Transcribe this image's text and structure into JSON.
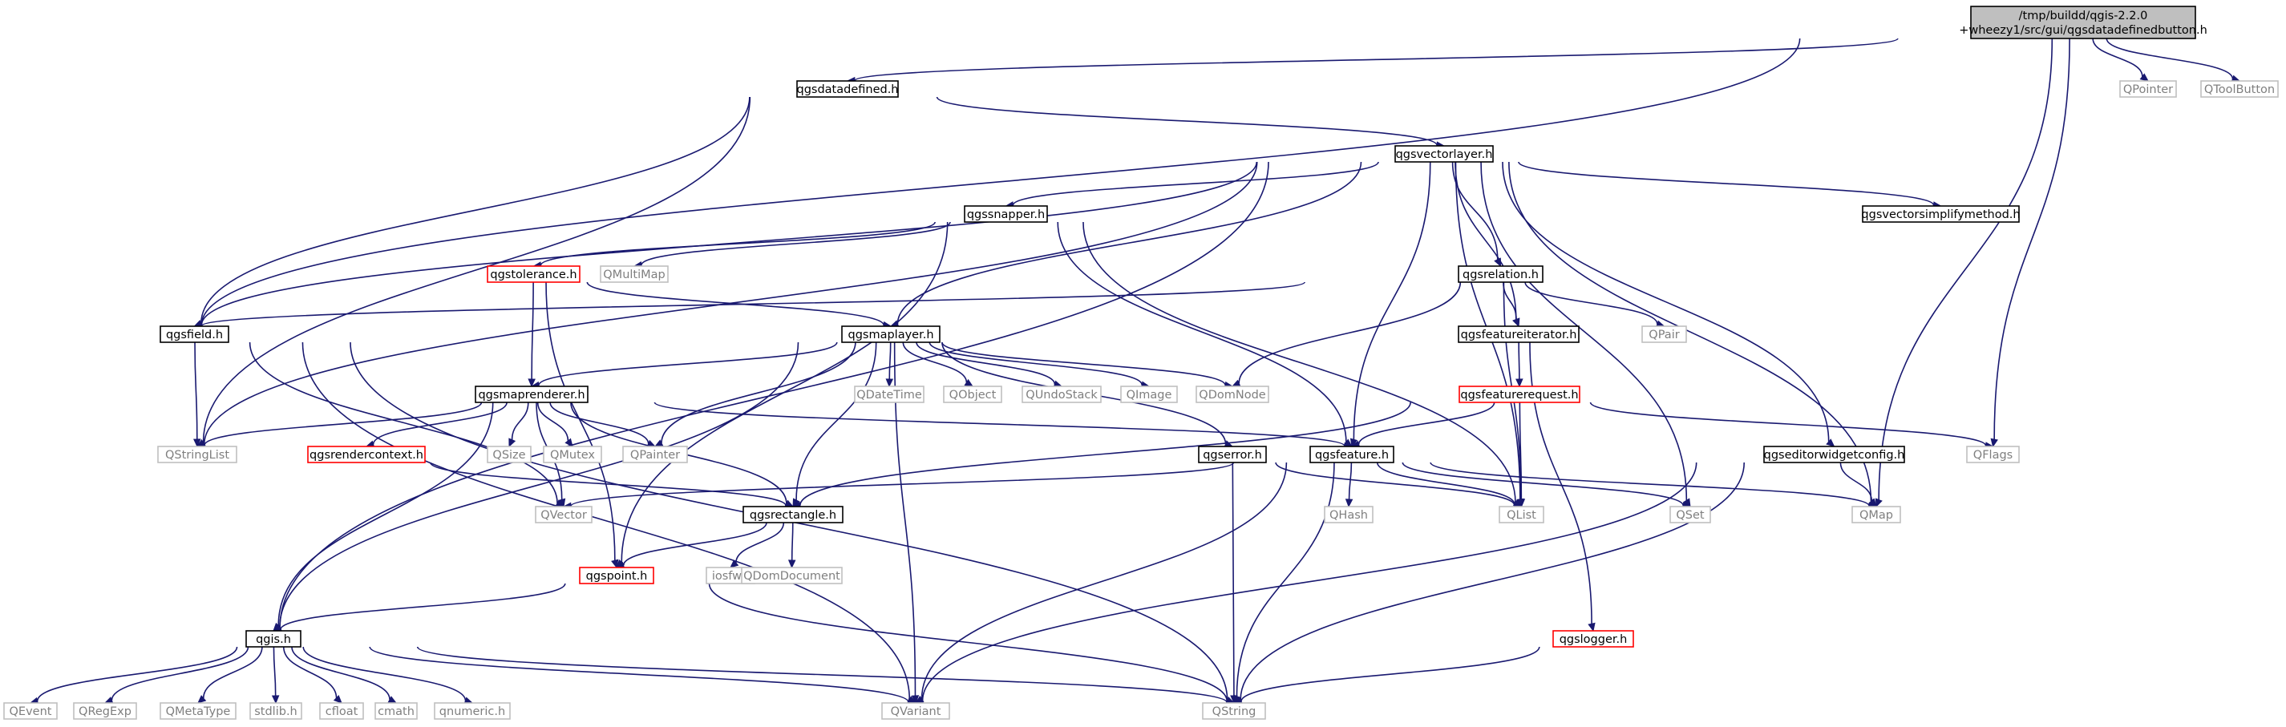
{
  "colors": {
    "edge": "#191970",
    "node_border": "#000000",
    "external_border": "#bfbfbf",
    "warning_border": "#ff0000",
    "root_fill": "#bfbfbf",
    "node_fill": "#ffffff",
    "text": "#000000",
    "external_text": "#7f7f7f"
  },
  "nodes": [
    {
      "id": "root",
      "lines": [
        "/tmp/buildd/qgis-2.2.0",
        "+wheezy1/src/gui/qgsdatadefinedbutton.h"
      ],
      "kind": "root"
    },
    {
      "id": "qgsdatadefined",
      "lines": [
        "qgsdatadefined.h"
      ],
      "kind": "normal"
    },
    {
      "id": "qpointer",
      "lines": [
        "QPointer"
      ],
      "kind": "external"
    },
    {
      "id": "qtoolbutton",
      "lines": [
        "QToolButton"
      ],
      "kind": "external"
    },
    {
      "id": "qgsvectorlayer",
      "lines": [
        "qgsvectorlayer.h"
      ],
      "kind": "normal"
    },
    {
      "id": "qgssnapper",
      "lines": [
        "qgssnapper.h"
      ],
      "kind": "normal"
    },
    {
      "id": "qgsvectorsimplifymethod",
      "lines": [
        "qgsvectorsimplifymethod.h"
      ],
      "kind": "normal"
    },
    {
      "id": "qgstolerance",
      "lines": [
        "qgstolerance.h"
      ],
      "kind": "warning"
    },
    {
      "id": "qmultimap",
      "lines": [
        "QMultiMap"
      ],
      "kind": "external"
    },
    {
      "id": "qgsrelation",
      "lines": [
        "qgsrelation.h"
      ],
      "kind": "normal"
    },
    {
      "id": "qgsfield",
      "lines": [
        "qgsfield.h"
      ],
      "kind": "normal"
    },
    {
      "id": "qgsmaplayer",
      "lines": [
        "qgsmaplayer.h"
      ],
      "kind": "normal"
    },
    {
      "id": "qpair",
      "lines": [
        "QPair"
      ],
      "kind": "external"
    },
    {
      "id": "qgsfeatureiterator",
      "lines": [
        "qgsfeatureiterator.h"
      ],
      "kind": "normal"
    },
    {
      "id": "qgsmaprenderer",
      "lines": [
        "qgsmaprenderer.h"
      ],
      "kind": "normal"
    },
    {
      "id": "qdatetime",
      "lines": [
        "QDateTime"
      ],
      "kind": "external"
    },
    {
      "id": "qobject",
      "lines": [
        "QObject"
      ],
      "kind": "external"
    },
    {
      "id": "qundostack",
      "lines": [
        "QUndoStack"
      ],
      "kind": "external"
    },
    {
      "id": "qimage",
      "lines": [
        "QImage"
      ],
      "kind": "external"
    },
    {
      "id": "qdomnode",
      "lines": [
        "QDomNode"
      ],
      "kind": "external"
    },
    {
      "id": "qgsfeaturerequest",
      "lines": [
        "qgsfeaturerequest.h"
      ],
      "kind": "warning"
    },
    {
      "id": "qstringlist",
      "lines": [
        "QStringList"
      ],
      "kind": "external"
    },
    {
      "id": "qgsrendercontext",
      "lines": [
        "qgsrendercontext.h"
      ],
      "kind": "warning"
    },
    {
      "id": "qsize",
      "lines": [
        "QSize"
      ],
      "kind": "external"
    },
    {
      "id": "qmutex",
      "lines": [
        "QMutex"
      ],
      "kind": "external"
    },
    {
      "id": "qpainter",
      "lines": [
        "QPainter"
      ],
      "kind": "external"
    },
    {
      "id": "qgserror",
      "lines": [
        "qgserror.h"
      ],
      "kind": "normal"
    },
    {
      "id": "qgsfeature",
      "lines": [
        "qgsfeature.h"
      ],
      "kind": "normal"
    },
    {
      "id": "qflags",
      "lines": [
        "QFlags"
      ],
      "kind": "external"
    },
    {
      "id": "qgseditorwidgetconfig",
      "lines": [
        "qgseditorwidgetconfig.h"
      ],
      "kind": "normal"
    },
    {
      "id": "qvector",
      "lines": [
        "QVector"
      ],
      "kind": "external"
    },
    {
      "id": "qgsrectangle",
      "lines": [
        "qgsrectangle.h"
      ],
      "kind": "normal"
    },
    {
      "id": "qhash",
      "lines": [
        "QHash"
      ],
      "kind": "external"
    },
    {
      "id": "qlist",
      "lines": [
        "QList"
      ],
      "kind": "external"
    },
    {
      "id": "qset",
      "lines": [
        "QSet"
      ],
      "kind": "external"
    },
    {
      "id": "qmap",
      "lines": [
        "QMap"
      ],
      "kind": "external"
    },
    {
      "id": "qgspoint",
      "lines": [
        "qgspoint.h"
      ],
      "kind": "warning"
    },
    {
      "id": "iosfwd",
      "lines": [
        "iosfwd"
      ],
      "kind": "external"
    },
    {
      "id": "qdomdocument",
      "lines": [
        "QDomDocument"
      ],
      "kind": "external"
    },
    {
      "id": "qgis",
      "lines": [
        "qgis.h"
      ],
      "kind": "normal"
    },
    {
      "id": "qgslogger",
      "lines": [
        "qgslogger.h"
      ],
      "kind": "warning"
    },
    {
      "id": "qevent",
      "lines": [
        "QEvent"
      ],
      "kind": "external"
    },
    {
      "id": "qregexp",
      "lines": [
        "QRegExp"
      ],
      "kind": "external"
    },
    {
      "id": "qmetatype",
      "lines": [
        "QMetaType"
      ],
      "kind": "external"
    },
    {
      "id": "stdlib",
      "lines": [
        "stdlib.h"
      ],
      "kind": "external"
    },
    {
      "id": "cfloat",
      "lines": [
        "cfloat"
      ],
      "kind": "external"
    },
    {
      "id": "cmath",
      "lines": [
        "cmath"
      ],
      "kind": "external"
    },
    {
      "id": "qnumeric",
      "lines": [
        "qnumeric.h"
      ],
      "kind": "external"
    },
    {
      "id": "qvariant",
      "lines": [
        "QVariant"
      ],
      "kind": "external"
    },
    {
      "id": "qstring",
      "lines": [
        "QString"
      ],
      "kind": "external"
    }
  ],
  "edges": [
    [
      "root",
      "qgsdatadefined"
    ],
    [
      "root",
      "qpointer"
    ],
    [
      "root",
      "qtoolbutton"
    ],
    [
      "root",
      "qgsfield"
    ],
    [
      "root",
      "qflags"
    ],
    [
      "root",
      "qmap"
    ],
    [
      "qgsdatadefined",
      "qgsvectorlayer"
    ],
    [
      "qgsdatadefined",
      "qgsfield"
    ],
    [
      "qgsdatadefined",
      "qstringlist"
    ],
    [
      "qgsvectorlayer",
      "qgssnapper"
    ],
    [
      "qgsvectorlayer",
      "qgsvectorsimplifymethod"
    ],
    [
      "qgsvectorlayer",
      "qgsrelation"
    ],
    [
      "qgsvectorlayer",
      "qgsfield"
    ],
    [
      "qgsvectorlayer",
      "qgsmaplayer"
    ],
    [
      "qgsvectorlayer",
      "qgsfeatureiterator"
    ],
    [
      "qgsvectorlayer",
      "qgsfeature"
    ],
    [
      "qgsvectorlayer",
      "qgseditorwidgetconfig"
    ],
    [
      "qgsvectorlayer",
      "qstringlist"
    ],
    [
      "qgsvectorlayer",
      "qlist"
    ],
    [
      "qgsvectorlayer",
      "qset"
    ],
    [
      "qgsvectorlayer",
      "qmap"
    ],
    [
      "qgsvectorlayer",
      "qgis"
    ],
    [
      "qgssnapper",
      "qgstolerance"
    ],
    [
      "qgssnapper",
      "qmultimap"
    ],
    [
      "qgssnapper",
      "qgsfeature"
    ],
    [
      "qgssnapper",
      "qgspoint"
    ],
    [
      "qgssnapper",
      "qlist"
    ],
    [
      "qgstolerance",
      "qgsmaplayer"
    ],
    [
      "qgstolerance",
      "qgsmaprenderer"
    ],
    [
      "qgstolerance",
      "qgspoint"
    ],
    [
      "qgsrelation",
      "qgsfield"
    ],
    [
      "qgsrelation",
      "qgsfeatureiterator"
    ],
    [
      "qgsrelation",
      "qpair"
    ],
    [
      "qgsrelation",
      "qdomnode"
    ],
    [
      "qgsrelation",
      "qlist"
    ],
    [
      "qgsfield",
      "qvector"
    ],
    [
      "qgsfield",
      "qvariant"
    ],
    [
      "qgsfield",
      "qstring"
    ],
    [
      "qgsfield",
      "qstringlist"
    ],
    [
      "qgsmaplayer",
      "qgsmaprenderer"
    ],
    [
      "qgsmaplayer",
      "qdatetime"
    ],
    [
      "qgsmaplayer",
      "qobject"
    ],
    [
      "qgsmaplayer",
      "qundostack"
    ],
    [
      "qgsmaplayer",
      "qimage"
    ],
    [
      "qgsmaplayer",
      "qdomnode"
    ],
    [
      "qgsmaplayer",
      "qpainter"
    ],
    [
      "qgsmaplayer",
      "qgserror"
    ],
    [
      "qgsmaplayer",
      "qgsrectangle"
    ],
    [
      "qgsmaplayer",
      "qvariant"
    ],
    [
      "qgsmaplayer",
      "qgis"
    ],
    [
      "qgsfeatureiterator",
      "qgsfeaturerequest"
    ],
    [
      "qgsfeatureiterator",
      "qgslogger"
    ],
    [
      "qgsfeaturerequest",
      "qgsfeature"
    ],
    [
      "qgsfeaturerequest",
      "qgsrectangle"
    ],
    [
      "qgsfeaturerequest",
      "qflags"
    ],
    [
      "qgsfeaturerequest",
      "qlist"
    ],
    [
      "qgsmaprenderer",
      "qstringlist"
    ],
    [
      "qgsmaprenderer",
      "qgsrendercontext"
    ],
    [
      "qgsmaprenderer",
      "qsize"
    ],
    [
      "qgsmaprenderer",
      "qmutex"
    ],
    [
      "qgsmaprenderer",
      "qpainter"
    ],
    [
      "qgsmaprenderer",
      "qvector"
    ],
    [
      "qgsmaprenderer",
      "qgsrectangle"
    ],
    [
      "qgsmaprenderer",
      "qgsfeature"
    ],
    [
      "qgsmaprenderer",
      "qgis"
    ],
    [
      "qgsrendercontext",
      "qgsrectangle"
    ],
    [
      "qgserror",
      "qlist"
    ],
    [
      "qgserror",
      "qstring"
    ],
    [
      "qgsfeature",
      "qvector"
    ],
    [
      "qgsfeature",
      "qhash"
    ],
    [
      "qgsfeature",
      "qlist"
    ],
    [
      "qgsfeature",
      "qset"
    ],
    [
      "qgsfeature",
      "qmap"
    ],
    [
      "qgsfeature",
      "qvariant"
    ],
    [
      "qgsfeature",
      "qstring"
    ],
    [
      "qgseditorwidgetconfig",
      "qmap"
    ],
    [
      "qgseditorwidgetconfig",
      "qvariant"
    ],
    [
      "qgseditorwidgetconfig",
      "qstring"
    ],
    [
      "qgsrectangle",
      "qgspoint"
    ],
    [
      "qgsrectangle",
      "iosfwd"
    ],
    [
      "qgsrectangle",
      "qdomdocument"
    ],
    [
      "qgspoint",
      "qgis"
    ],
    [
      "qgspoint",
      "qstring"
    ],
    [
      "qgslogger",
      "qstring"
    ],
    [
      "qgis",
      "qevent"
    ],
    [
      "qgis",
      "qregexp"
    ],
    [
      "qgis",
      "qmetatype"
    ],
    [
      "qgis",
      "stdlib"
    ],
    [
      "qgis",
      "cfloat"
    ],
    [
      "qgis",
      "cmath"
    ],
    [
      "qgis",
      "qnumeric"
    ],
    [
      "qgis",
      "qvariant"
    ],
    [
      "qgis",
      "qstring"
    ]
  ]
}
